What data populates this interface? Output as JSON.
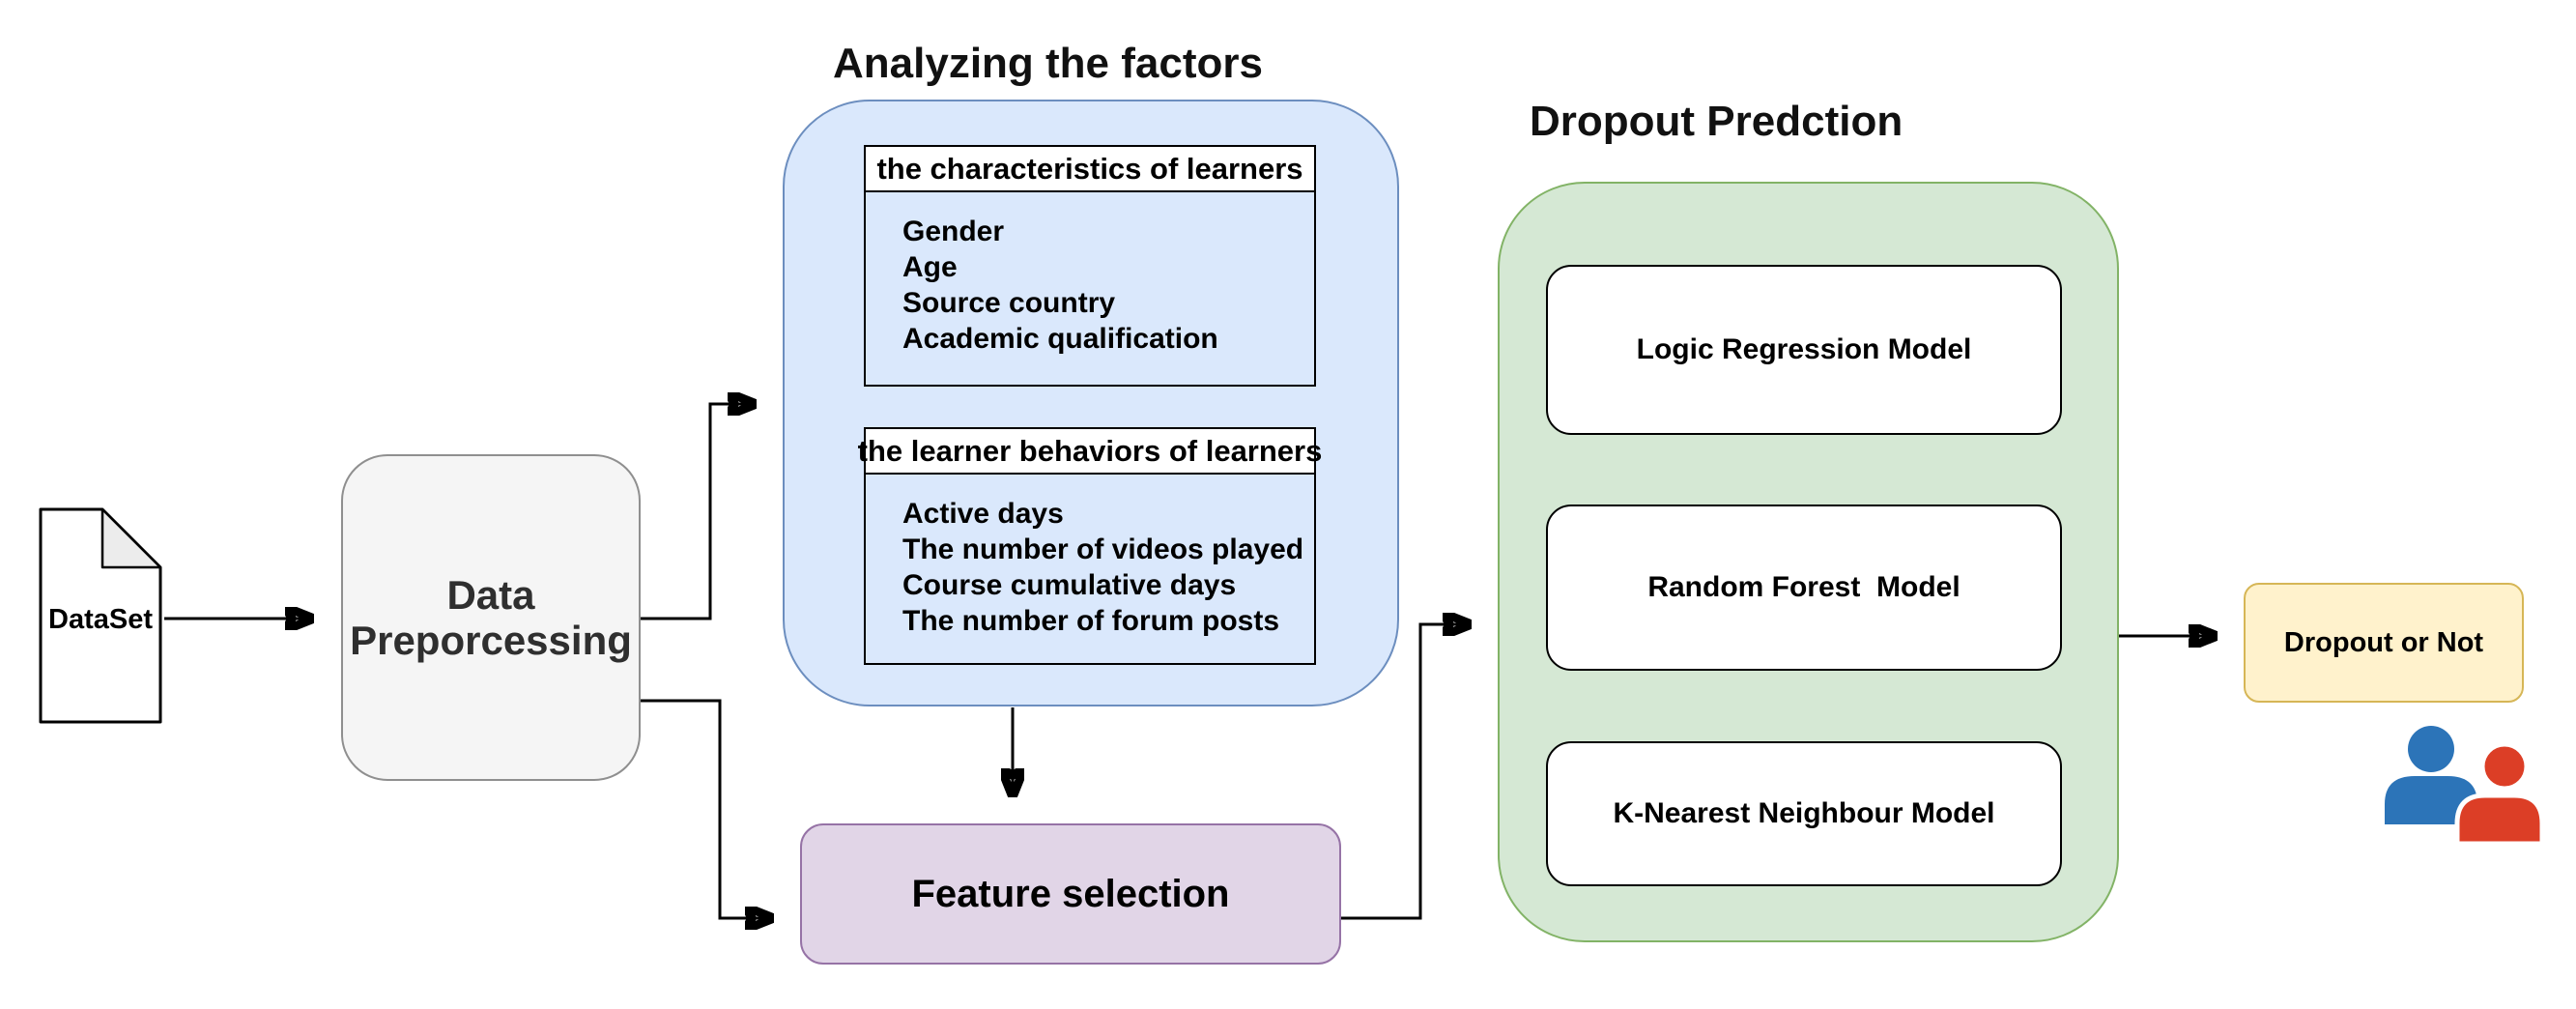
{
  "titles": {
    "factors": "Analyzing the factors",
    "prediction": "Dropout Predction"
  },
  "dataset": {
    "label": "DataSet"
  },
  "preprocessing": {
    "label": "Data Preporcessing"
  },
  "factors": {
    "characteristics": {
      "header": "the characteristics of learners",
      "items": [
        "Gender",
        "Age",
        "Source country",
        "Academic qualification"
      ]
    },
    "behaviors": {
      "header": "the learner behaviors of learners",
      "items": [
        "Active days",
        "The number of videos played",
        "Course cumulative days",
        "The number of forum posts"
      ]
    }
  },
  "feature_selection": {
    "label": "Feature selection"
  },
  "models": [
    {
      "label": "Logic Regression Model"
    },
    {
      "label": "Random Forest  Model"
    },
    {
      "label": "K-Nearest Neighbour Model"
    }
  ],
  "result": {
    "label": "Dropout or Not"
  },
  "icons": {
    "document": "document-with-folded-corner-icon",
    "people": "two-people-icon"
  },
  "colors": {
    "canvas_bg": "#ffffff",
    "connector": "#000000",
    "factors_fill": "#dae8fc",
    "factors_border": "#6c8ebf",
    "prediction_fill": "#d5e8d4",
    "prediction_border": "#82b366",
    "feature_fill": "#e1d5e7",
    "feature_border": "#9673a6",
    "result_fill": "#fff2cc",
    "result_border": "#d6b656",
    "preprocessing_fill": "#f5f5f5",
    "preprocessing_border": "#8f8f8f",
    "person_blue": "#2c74b8",
    "person_red": "#dc3e26"
  }
}
